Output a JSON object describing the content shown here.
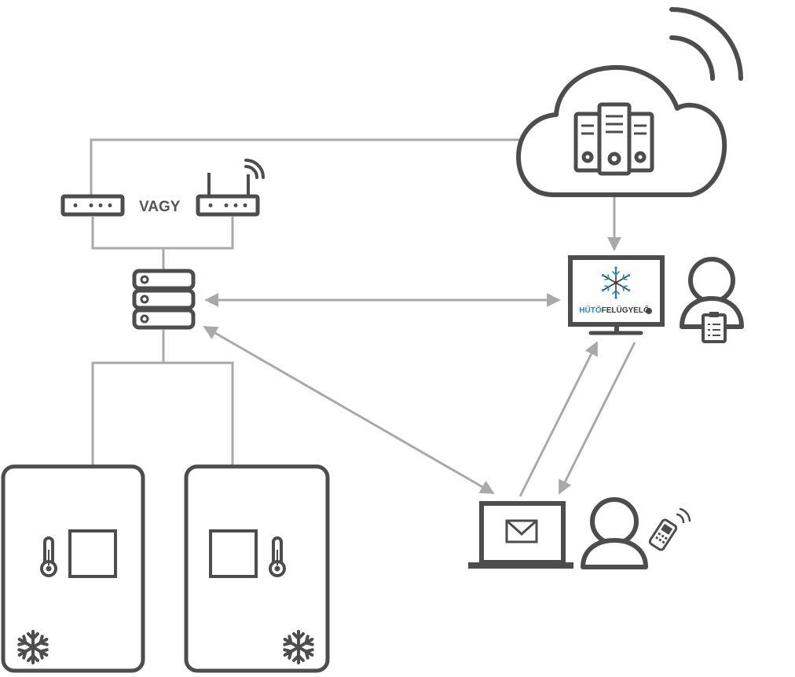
{
  "labels": {
    "or_text": "VAGY",
    "logo_part1": "HŰTŐ",
    "logo_part2": "FELÜGYELŐ"
  },
  "colors": {
    "icon_stroke": "#4d4d4d",
    "connector": "#a9a9a9",
    "logo_blue": "#1b8ad6",
    "background": "#ffffff"
  },
  "icons": [
    "cloud-icon",
    "server-rack-icon",
    "signal-waves-icon",
    "modem-icon",
    "wifi-router-icon",
    "local-server-icon",
    "monitor-icon",
    "snowflake-logo-icon",
    "user-clipboard-icon",
    "laptop-icon",
    "envelope-icon",
    "user-icon",
    "mobile-phone-icon",
    "fridge-icon",
    "thermometer-icon",
    "sensor-box-icon",
    "snowflake-icon"
  ]
}
